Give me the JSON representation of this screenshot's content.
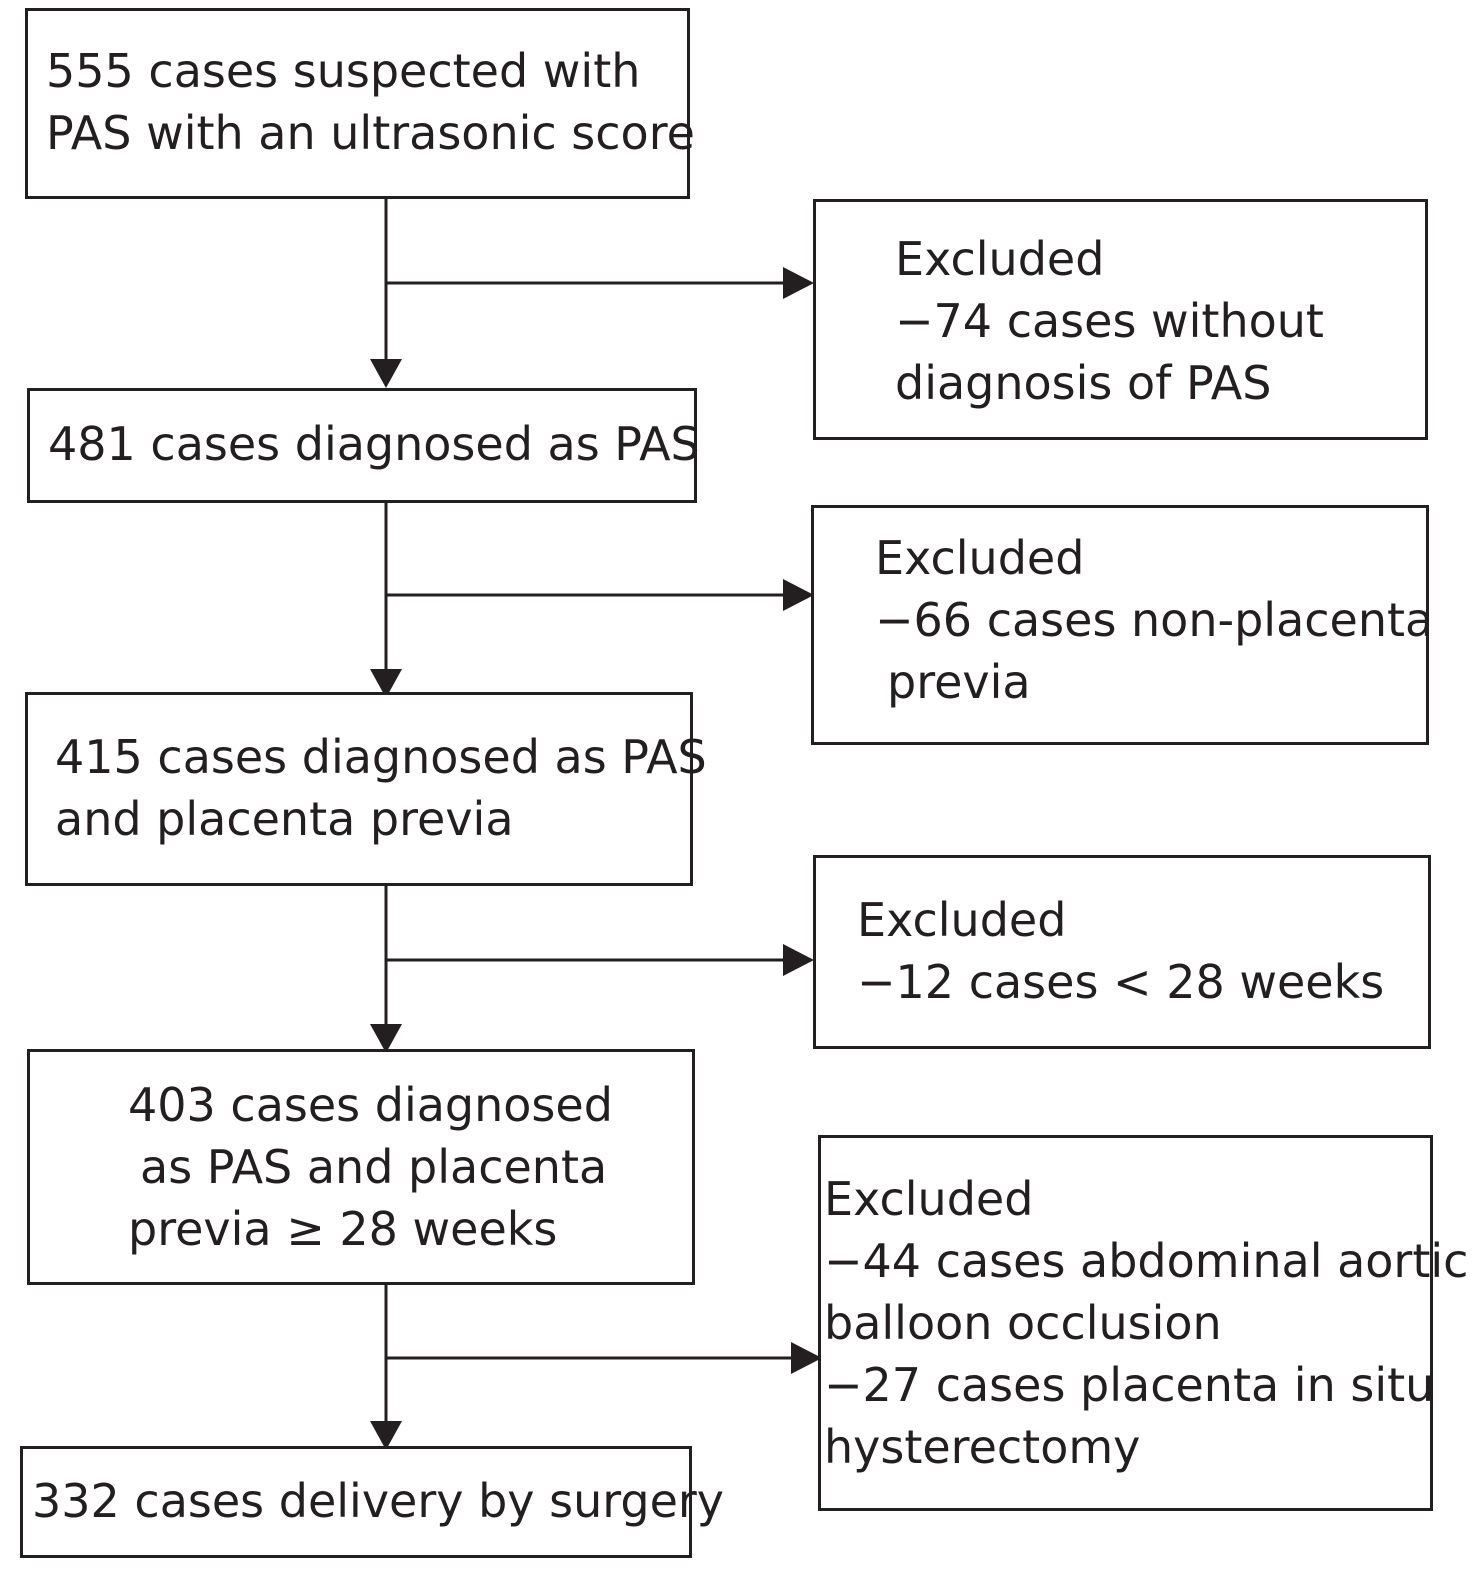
{
  "flow_boxes": {
    "step1": {
      "lines": [
        "555 cases suspected with",
        "PAS with an ultrasonic score"
      ]
    },
    "step2": {
      "lines": [
        "481 cases diagnosed as PAS"
      ]
    },
    "step3": {
      "lines": [
        "415 cases diagnosed as PAS",
        "and placenta previa"
      ]
    },
    "step4": {
      "lines": [
        "403 cases diagnosed",
        "as PAS and placenta",
        "previa ≥ 28 weeks"
      ]
    },
    "step5": {
      "lines": [
        "332 cases delivery by surgery"
      ]
    }
  },
  "exclusion_boxes": {
    "excl1": {
      "lines": [
        "Excluded",
        "−74 cases without",
        "diagnosis of PAS"
      ]
    },
    "excl2": {
      "lines": [
        "Excluded",
        "−66 cases non-placenta",
        "previa"
      ]
    },
    "excl3": {
      "lines": [
        "Excluded",
        "−12 cases < 28 weeks"
      ]
    },
    "excl4": {
      "lines": [
        "Excluded",
        "−44 cases abdominal aortic",
        "balloon occlusion",
        "−27 cases placenta in situ",
        "hysterectomy"
      ]
    }
  },
  "colors": {
    "stroke": "#231f20",
    "text": "#231f20",
    "background": "#ffffff"
  }
}
